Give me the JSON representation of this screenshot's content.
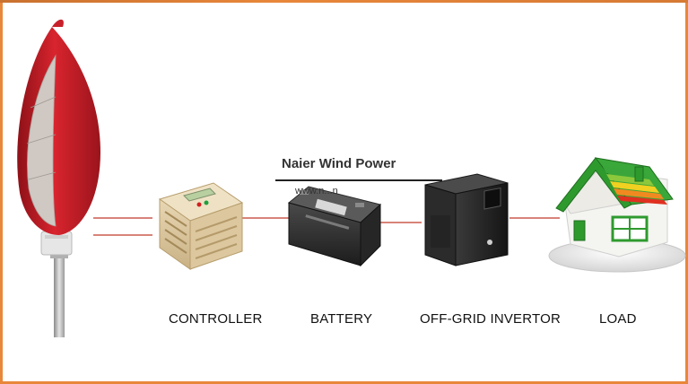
{
  "components": [
    {
      "id": "controller",
      "label": "CONTROLLER"
    },
    {
      "id": "battery",
      "label": "BATTERY"
    },
    {
      "id": "inverter",
      "label": "OFF-GRID INVERTOR"
    },
    {
      "id": "load",
      "label": "LOAD"
    }
  ],
  "watermark": {
    "brand": "Naier Wind Power",
    "url": "www.n...n"
  },
  "colors": {
    "frame": "#e8873a",
    "wire": "#c0392b",
    "turbine_red": "#c8202a",
    "house_green": "#2e9a2e"
  }
}
